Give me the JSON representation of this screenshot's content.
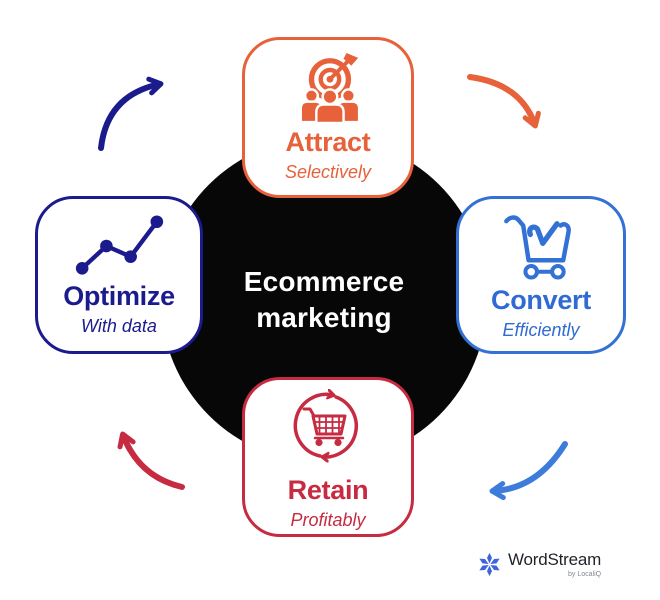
{
  "diagram": {
    "center": {
      "line1": "Ecommerce",
      "line2": "marketing",
      "bg_color": "#070707",
      "text_color": "#ffffff"
    },
    "stages": [
      {
        "title": "Attract",
        "subtitle": "Selectively",
        "color": "#E7613A",
        "icon": "target-audience-icon",
        "position": "top"
      },
      {
        "title": "Convert",
        "subtitle": "Efficiently",
        "color": "#3371D4",
        "icon": "cart-check-icon",
        "position": "right"
      },
      {
        "title": "Retain",
        "subtitle": "Profitably",
        "color": "#C62B41",
        "icon": "cart-refresh-icon",
        "position": "bottom"
      },
      {
        "title": "Optimize",
        "subtitle": "With data",
        "color": "#1B1B8E",
        "icon": "line-chart-icon",
        "position": "left"
      }
    ],
    "arrows": [
      {
        "from": "Optimize",
        "to": "Attract",
        "color": "#1B1B8E",
        "position": "top-left"
      },
      {
        "from": "Attract",
        "to": "Convert",
        "color": "#E7613A",
        "position": "top-right"
      },
      {
        "from": "Convert",
        "to": "Retain",
        "color": "#3E7CDB",
        "position": "bottom-right"
      },
      {
        "from": "Retain",
        "to": "Optimize",
        "color": "#C62B41",
        "position": "bottom-left"
      }
    ]
  },
  "logo": {
    "brand": "WordStream",
    "byline": "by LocaliQ",
    "icon_color": "#3E63DD"
  }
}
